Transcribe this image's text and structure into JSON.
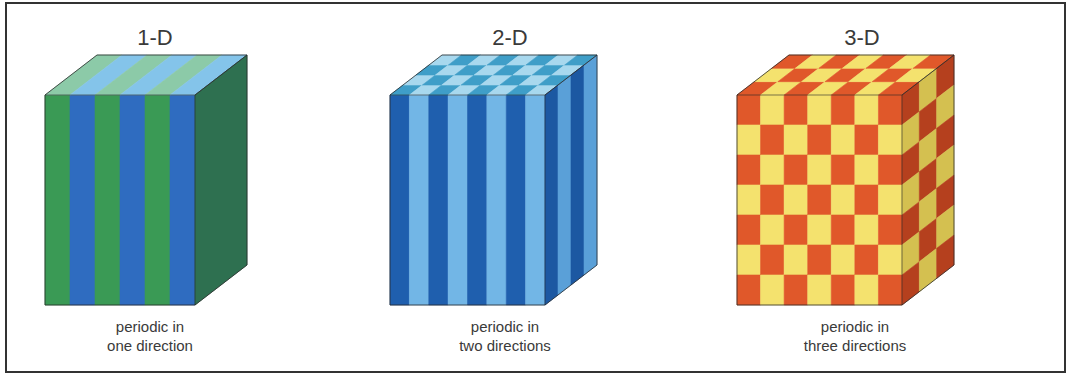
{
  "diagram": {
    "labels": [
      "1-D",
      "periodic in one direction",
      "2-D",
      "periodic in two directions",
      "3-D",
      "periodic in three directions"
    ]
  }
}
